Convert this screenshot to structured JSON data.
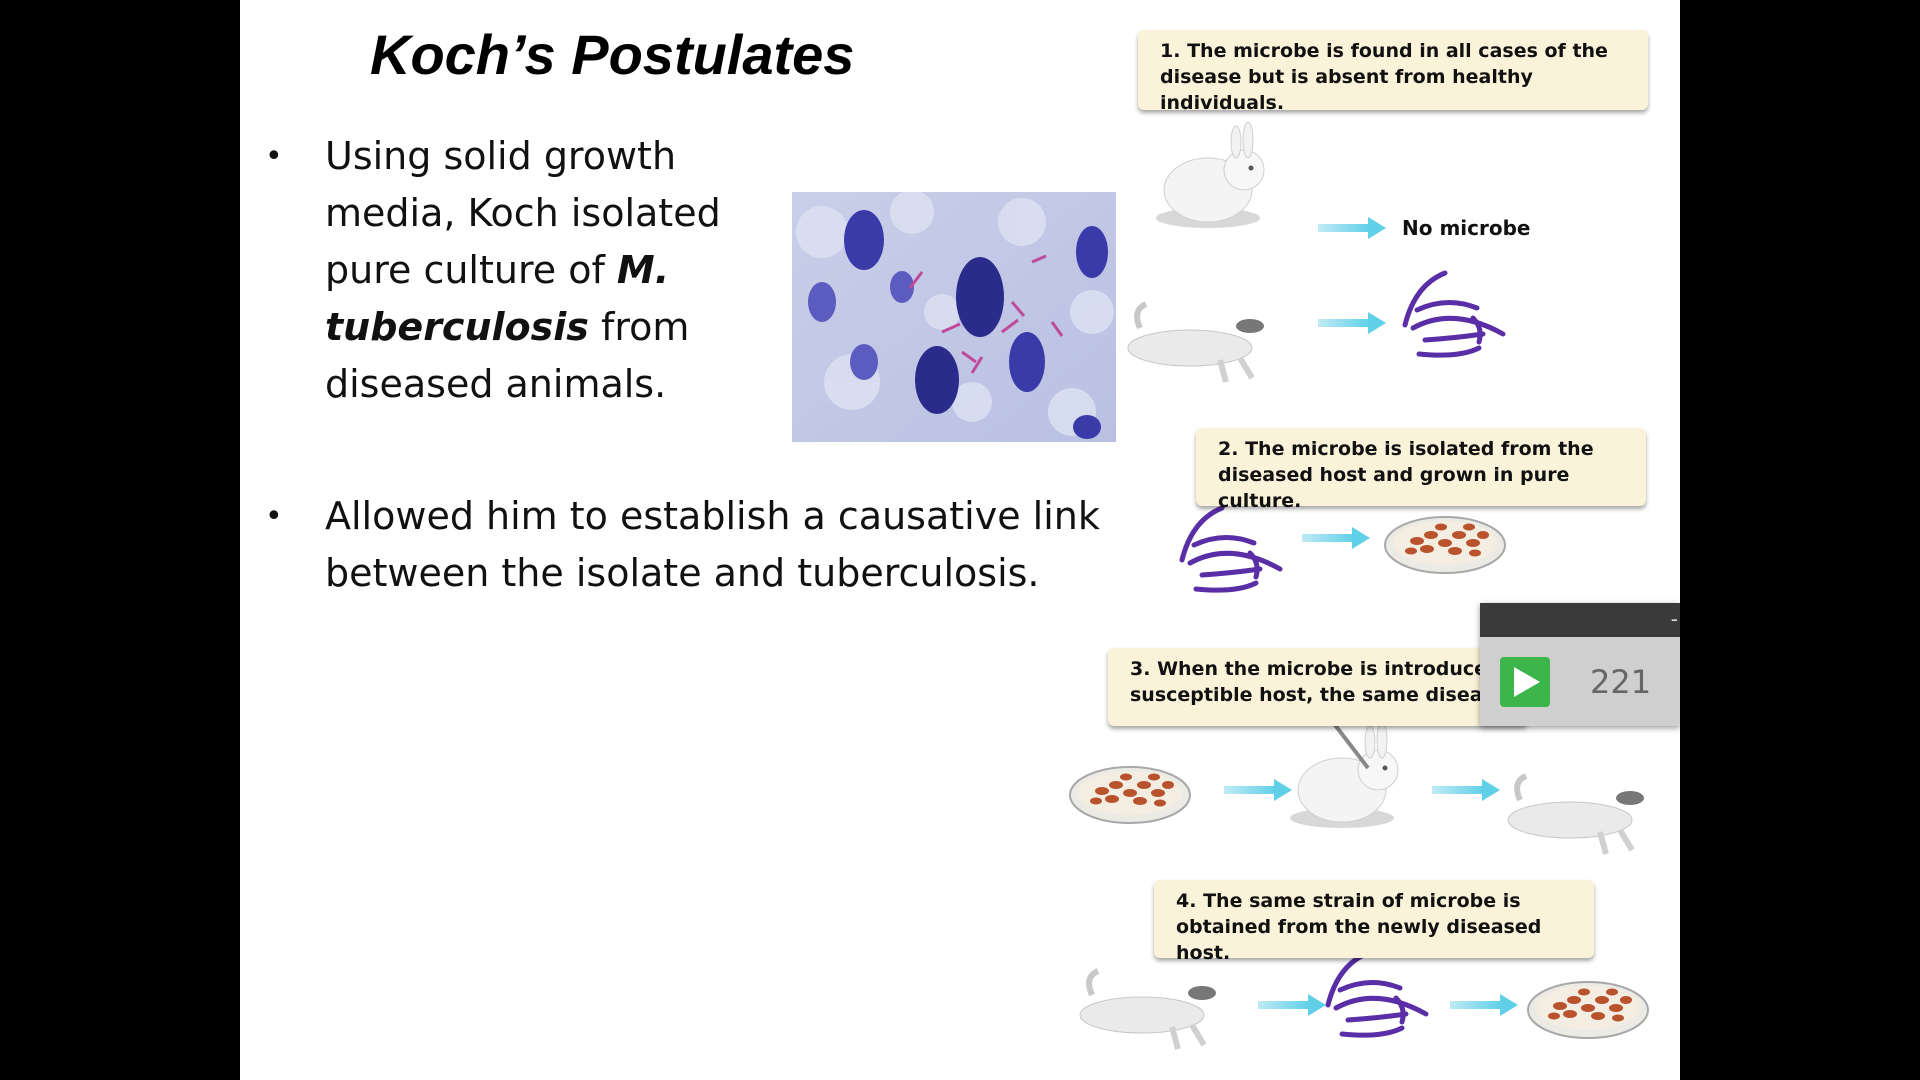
{
  "slide": {
    "title": "Koch’s Postulates",
    "bullets": [
      {
        "marker": "•",
        "parts": [
          "Using solid growth media, Koch isolated pure culture of ",
          "M. tuberculosis",
          " from diseased animals."
        ]
      },
      {
        "marker": "•",
        "text": "Allowed him to establish a causative link between the isolate and tuberculosis."
      }
    ],
    "image": {
      "name": "stained-tissue-micrograph"
    }
  },
  "diagram": {
    "steps": [
      {
        "number": "1.",
        "text": "The microbe is found in all cases of the disease but is absent from healthy individuals."
      },
      {
        "number": "2.",
        "text": "The microbe is isolated from the diseased host and grown in pure culture."
      },
      {
        "number": "3.",
        "text": "When the microbe is introduced susceptible host, the same disease"
      },
      {
        "number": "4.",
        "text": "The same strain of microbe is obtained from the newly diseased host."
      }
    ],
    "no_microbe_label": "No microbe"
  },
  "overlay_widget": {
    "count": "221",
    "dash": "-",
    "accent": "#3cb54a",
    "icon": "play-icon"
  },
  "colors": {
    "callout_bg": "#fbf3d9",
    "arrow": "#5fd0e8",
    "microbe": "#5a2ea6",
    "culture_dots": "#b8532e"
  }
}
